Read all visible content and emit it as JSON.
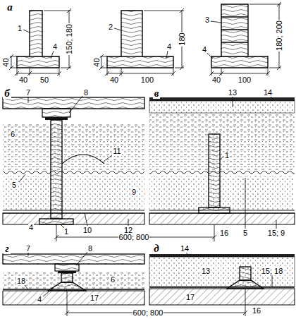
{
  "diagram": {
    "labels": [
      "а",
      "1",
      "4",
      "40",
      "150; 180",
      "40",
      "50",
      "2",
      "4",
      "40",
      "180",
      "40",
      "100",
      "3",
      "4",
      "180; 200",
      "40",
      "100",
      "б",
      "7",
      "8",
      "6",
      "11",
      "5",
      "9",
      "4",
      "1",
      "10",
      "12",
      "в",
      "13",
      "14",
      "1",
      "5",
      "15; 9",
      "16",
      "600; 800",
      "г",
      "7",
      "8",
      "6",
      "18",
      "4",
      "17",
      "600; 800",
      "д",
      "14",
      "13",
      "15; 18",
      "17",
      "16"
    ]
  }
}
